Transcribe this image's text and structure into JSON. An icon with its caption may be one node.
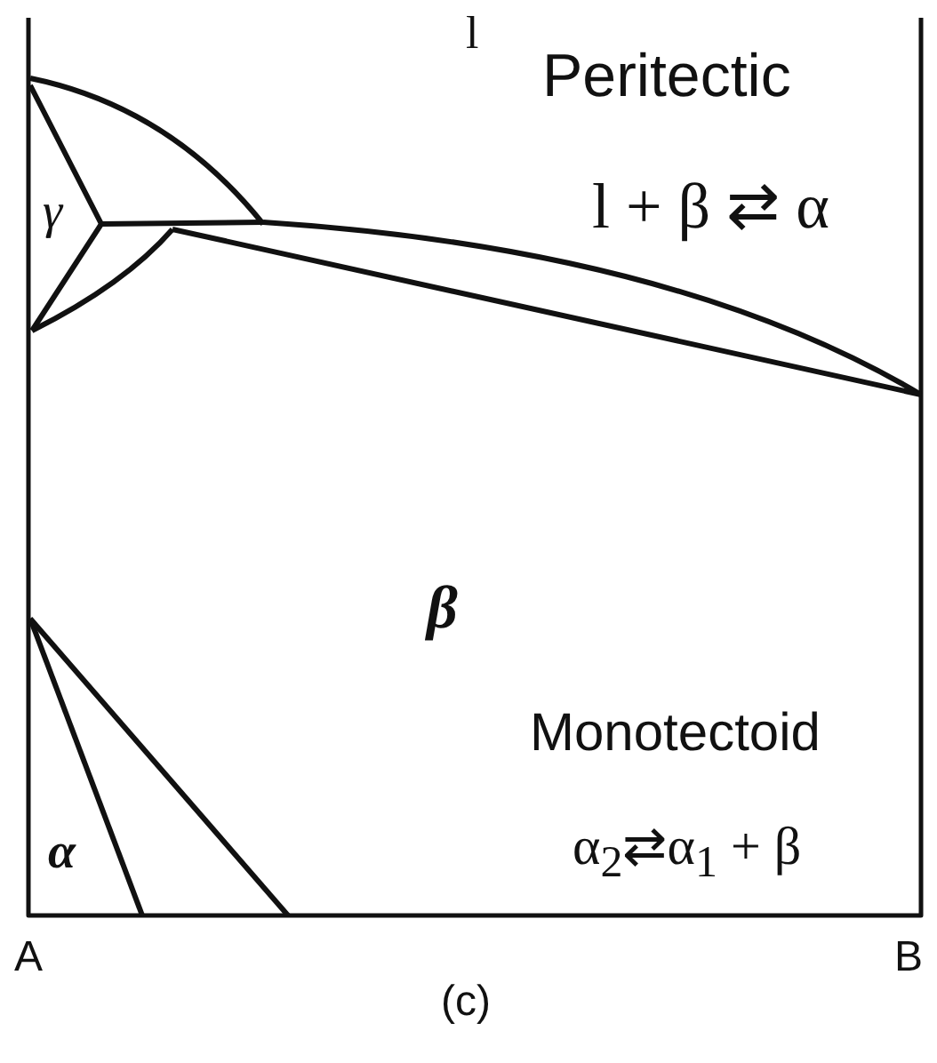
{
  "diagram": {
    "caption": "(c)",
    "labels": [
      "l",
      "Peritectic",
      "l + β ⇄ α",
      "γ",
      "β",
      "Monotectoid",
      "α$_{2}$⇄α$_{1}$ + β",
      "α",
      "A",
      "B"
    ]
  }
}
